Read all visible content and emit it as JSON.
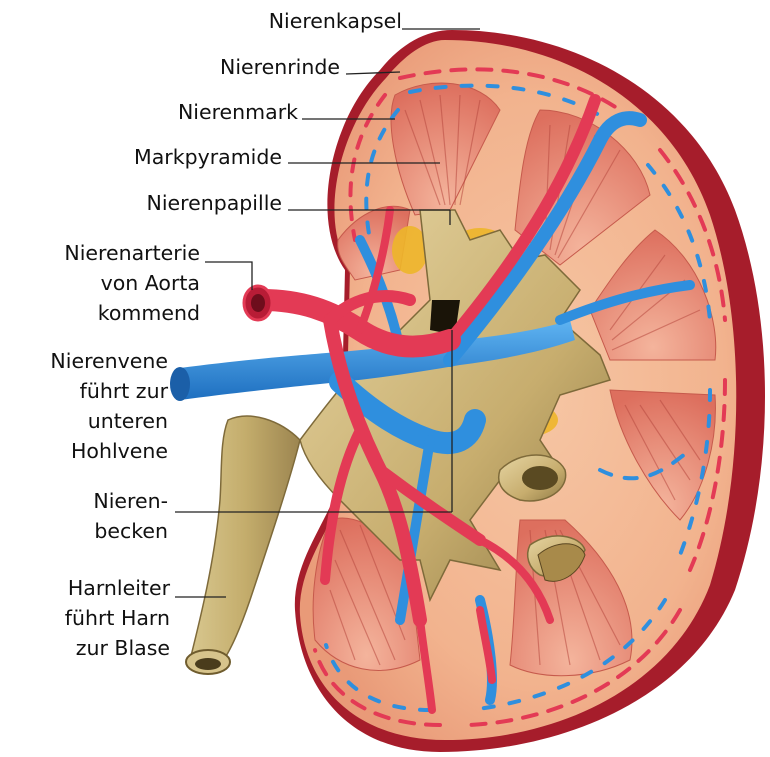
{
  "labels": {
    "kapsel": "Nierenkapsel",
    "rinde": "Nierenrinde",
    "mark": "Nierenmark",
    "pyramide": "Markpyramide",
    "papille": "Nierenpapille",
    "arterie": [
      "Nierenarterie",
      "von Aorta",
      "kommend"
    ],
    "vene": [
      "Nierenvene",
      "führt zur",
      "unteren",
      "Hohlvene"
    ],
    "becken": [
      "Nieren-",
      "becken"
    ],
    "harnleiter": [
      "Harnleiter",
      "führt Harn",
      "zur Blase"
    ]
  },
  "colors": {
    "capsule": "#9e1c28",
    "cortex": "#f1b48e",
    "medulla": "#e07a62",
    "artery": "#e33a55",
    "vein": "#2f8fde",
    "pelvis": "#c9b37a",
    "fat": "#eeb62a"
  }
}
